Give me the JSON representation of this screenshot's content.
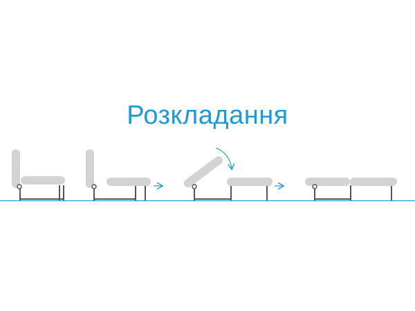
{
  "title": "Розкладання",
  "colors": {
    "accent": "#1d9bd6",
    "cushion": "#d3d3d3",
    "frame": "#555555",
    "ground": "#1d9bd6"
  },
  "stages": [
    {
      "name": "folded-sofa",
      "state": "folded"
    },
    {
      "name": "seat-pulled-out",
      "state": "seat-extended"
    },
    {
      "name": "backrest-lowering",
      "state": "backrest-tilting"
    },
    {
      "name": "bed-unfolded",
      "state": "flat"
    }
  ],
  "icons": {
    "step_arrow": "arrow-right-icon",
    "rotate_arrow": "curved-arrow-icon",
    "pivot": "hinge-icon"
  }
}
